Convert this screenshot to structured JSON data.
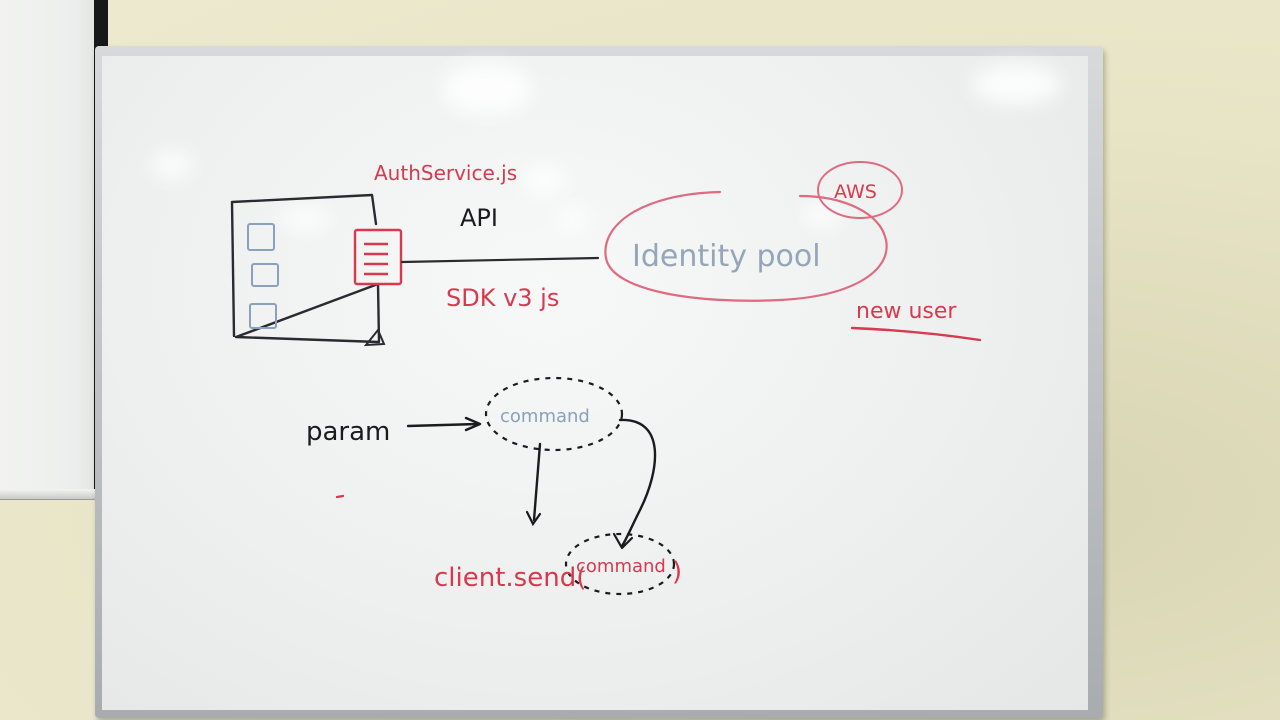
{
  "whiteboard": {
    "labels": {
      "auth_service": "AuthService.js",
      "api": "API",
      "identity_pool": "Identity pool",
      "aws": "AWS",
      "sdk": "SDK v3 js",
      "new_user": "new user",
      "param": "param",
      "command_top": "command",
      "client_send_prefix": "client.send(",
      "command_bottom": "command",
      "client_send_suffix": ")"
    },
    "colors": {
      "red_marker": "#d8394e",
      "black_marker": "#1b1b1f",
      "blue_marker": "#7f95ad",
      "board": "#f1f2f2",
      "wall": "#e6e2c0"
    }
  }
}
